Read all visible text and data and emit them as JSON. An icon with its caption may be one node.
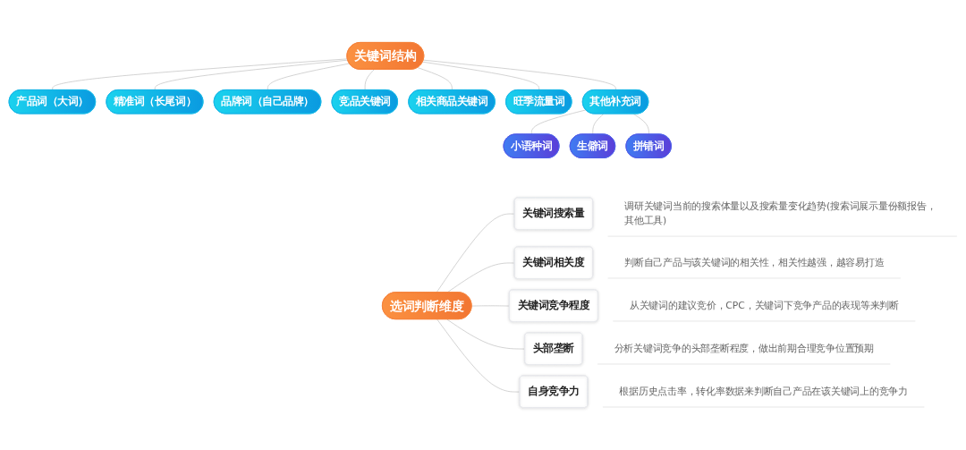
{
  "diagram": {
    "nodes": [
      {
        "text": [
          "关键词结构"
        ]
      },
      {
        "text": [
          "产品词（大词）"
        ]
      },
      {
        "text": [
          "精准词（长尾词）"
        ]
      },
      {
        "text": [
          "品牌词（自己品牌）"
        ]
      },
      {
        "text": [
          "竞品关键词"
        ]
      },
      {
        "text": [
          "相关商品关键词"
        ]
      },
      {
        "text": [
          "旺季流量词"
        ]
      },
      {
        "text": [
          "其他补充词"
        ]
      },
      {
        "text": [
          "小语种词"
        ]
      },
      {
        "text": [
          "生僻词"
        ]
      },
      {
        "text": [
          "拼错词"
        ]
      },
      {
        "text": [
          "选词判断维度"
        ]
      },
      {
        "text": [
          "关键词搜索量"
        ],
        "beside": [
          "调研关键词当前的搜索体量以及搜索量变化趋势(搜索词展示量份额报告，其他工具)"
        ]
      },
      {
        "text": [
          "关键词相关度"
        ],
        "beside": [
          "判断自己产品与该关键词的相关性，相关性越强，越容易打造"
        ]
      },
      {
        "text": [
          "关键词竞争程度"
        ],
        "beside": [
          "从关键词的建议竞价，CPC，关键词下竞争产品的表现等来判断"
        ]
      },
      {
        "text": [
          "头部垄断"
        ],
        "beside": [
          "分析关键词竞争的头部垄断程度，做出前期合理竞争位置预期"
        ]
      },
      {
        "text": [
          "自身竞争力"
        ],
        "beside": [
          "根据历史点击率，转化率数据来判断自己产品在该关键词上的竞争力"
        ]
      }
    ],
    "edges": [
      {
        "from": 0,
        "to": 1,
        "arrow": "none"
      },
      {
        "from": 0,
        "to": 2,
        "arrow": "none"
      },
      {
        "from": 0,
        "to": 3,
        "arrow": "none"
      },
      {
        "from": 0,
        "to": 4,
        "arrow": "none"
      },
      {
        "from": 0,
        "to": 5,
        "arrow": "none"
      },
      {
        "from": 0,
        "to": 6,
        "arrow": "none"
      },
      {
        "from": 0,
        "to": 7,
        "arrow": "none"
      },
      {
        "from": 7,
        "to": 8,
        "arrow": "none"
      },
      {
        "from": 7,
        "to": 9,
        "arrow": "none"
      },
      {
        "from": 7,
        "to": 10,
        "arrow": "none"
      },
      {
        "from": 11,
        "to": 12,
        "arrow": "none"
      },
      {
        "from": 11,
        "to": 13,
        "arrow": "none"
      },
      {
        "from": 11,
        "to": 14,
        "arrow": "none"
      },
      {
        "from": 11,
        "to": 15,
        "arrow": "none"
      },
      {
        "from": 11,
        "to": 16,
        "arrow": "none"
      }
    ]
  }
}
